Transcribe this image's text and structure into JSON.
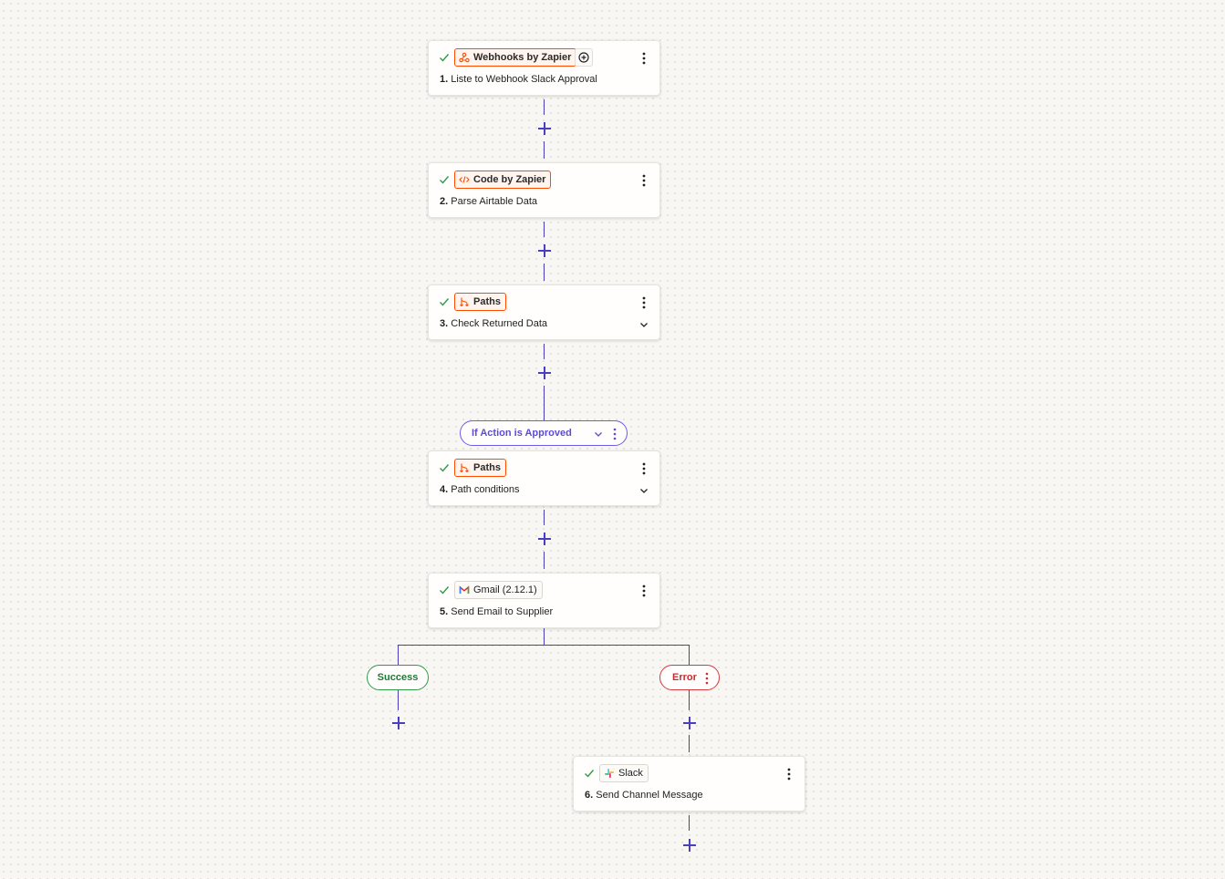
{
  "steps": [
    {
      "app": "Webhooks by Zapier",
      "number": "1.",
      "title": "Liste to Webhook Slack Approval",
      "icon": "webhook-icon",
      "has_chevron": false,
      "has_add": true
    },
    {
      "app": "Code by Zapier",
      "number": "2.",
      "title": "Parse Airtable Data",
      "icon": "code-icon",
      "has_chevron": false
    },
    {
      "app": "Paths",
      "number": "3.",
      "title": "Check Returned Data",
      "icon": "paths-icon",
      "has_chevron": true
    },
    {
      "app": "Paths",
      "number": "4.",
      "title": "Path conditions",
      "icon": "paths-icon",
      "has_chevron": true
    },
    {
      "app": "Gmail (2.12.1)",
      "number": "5.",
      "title": "Send Email to Supplier",
      "icon": "gmail-icon",
      "has_chevron": false
    },
    {
      "app": "Slack",
      "number": "6.",
      "title": "Send Channel Message",
      "icon": "slack-icon",
      "has_chevron": false
    }
  ],
  "path_label": "If Action is Approved",
  "branches": {
    "success": "Success",
    "error": "Error"
  },
  "colors": {
    "connector": "#4a3fbf",
    "zapier_orange": "#ff4a00",
    "check_green": "#2e9a4a",
    "success_green": "#2e9a4a",
    "error_red": "#d9383d",
    "path_purple": "#6c5ce7"
  }
}
